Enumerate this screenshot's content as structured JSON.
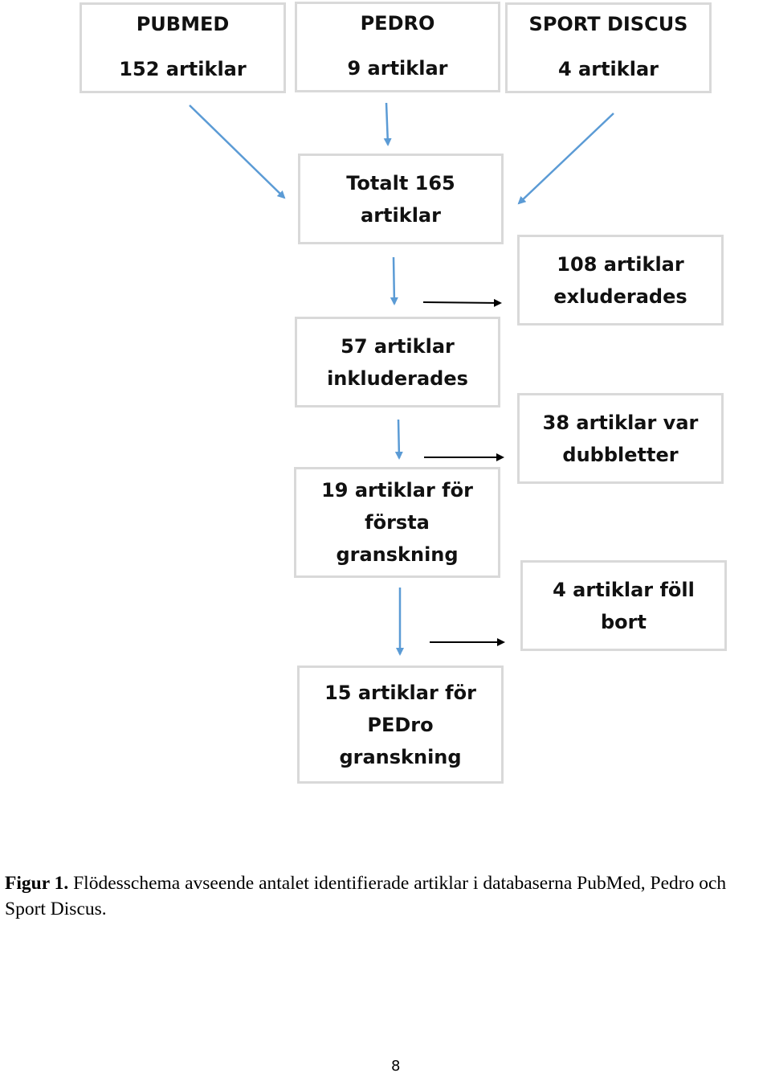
{
  "sources": {
    "pubmed": {
      "name": "PUBMED",
      "count": "152 artiklar"
    },
    "pedro": {
      "name": "PEDRO",
      "count": "9 artiklar"
    },
    "sport_discus": {
      "name": "SPORT DISCUS",
      "count": "4 artiklar"
    }
  },
  "total": {
    "line1": "Totalt 165",
    "line2": "artiklar"
  },
  "excluded": {
    "line1": "108 artiklar",
    "line2": "exluderades"
  },
  "included": {
    "line1": "57 artiklar",
    "line2": "inkluderades"
  },
  "duplicates": {
    "line1": "38 artiklar var",
    "line2": "dubbletter"
  },
  "first_review": {
    "line1": "19 artiklar för",
    "line2": "första",
    "line3": "granskning"
  },
  "dropped": {
    "line1": "4 artiklar föll",
    "line2": "bort"
  },
  "pedro_review": {
    "line1": "15 artiklar för",
    "line2": "PEDro",
    "line3": "granskning"
  },
  "colors": {
    "vertical_arrow": "#5b9bd5",
    "horizontal_arrow": "#000000",
    "box_border": "#d9d9d9"
  },
  "caption": {
    "label": "Figur 1.",
    "text": " Flödesschema avseende antalet identifierade artiklar i databaserna PubMed, Pedro och Sport Discus."
  },
  "page_number": "8"
}
